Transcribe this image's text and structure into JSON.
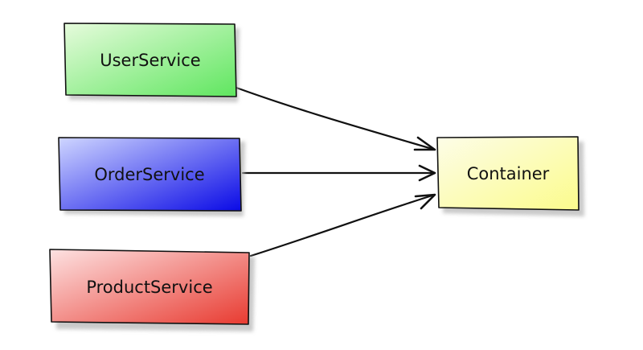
{
  "nodes": {
    "user_service": {
      "label": "UserService",
      "fill_light": "#e6fbdc",
      "fill_dark": "#5fe65f"
    },
    "order_service": {
      "label": "OrderService",
      "fill_light": "#cfd6ff",
      "fill_dark": "#0a0ae6"
    },
    "product_service": {
      "label": "ProductService",
      "fill_light": "#fde2e2",
      "fill_dark": "#e83a30"
    },
    "container": {
      "label": "Container",
      "fill_light": "#fdfde8",
      "fill_dark": "#fbfb8c"
    }
  },
  "edges": [
    {
      "from": "UserService",
      "to": "Container"
    },
    {
      "from": "OrderService",
      "to": "Container"
    },
    {
      "from": "ProductService",
      "to": "Container"
    }
  ],
  "colors": {
    "stroke": "#111111",
    "shadow": "#b8b8b8",
    "background": "#ffffff"
  }
}
